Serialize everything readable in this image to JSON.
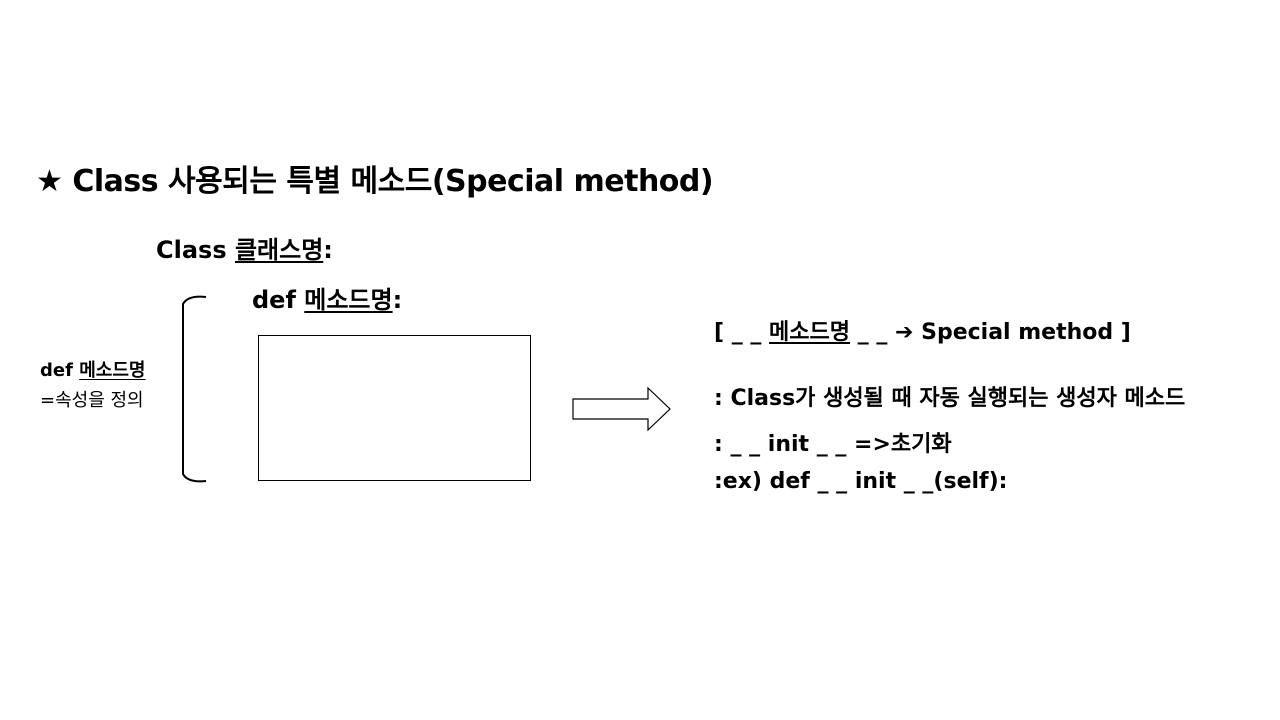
{
  "slide": {
    "title": "★ Class 사용되는 특별 메소드(Special method)",
    "class_line": {
      "keyword": "Class ",
      "name": "클래스명",
      "colon": ":"
    },
    "def_line": {
      "keyword": "def ",
      "name": "메소드명",
      "colon": ":"
    },
    "left_note": {
      "keyword": "def ",
      "name": "메소드명",
      "line2": "=속성을 정의"
    },
    "right_panel": {
      "line1": {
        "prefix": "[ _ _ ",
        "name": "메소드명",
        "suffix": " _ _ ",
        "arrow": "➔",
        "tail": " Special method ]"
      },
      "line2": ": Class가 생성될 때 자동 실행되는 생성자 메소드",
      "line3": ": _ _ init _ _ =>초기화",
      "line4": ":ex) def _ _ init _ _(self):"
    }
  }
}
